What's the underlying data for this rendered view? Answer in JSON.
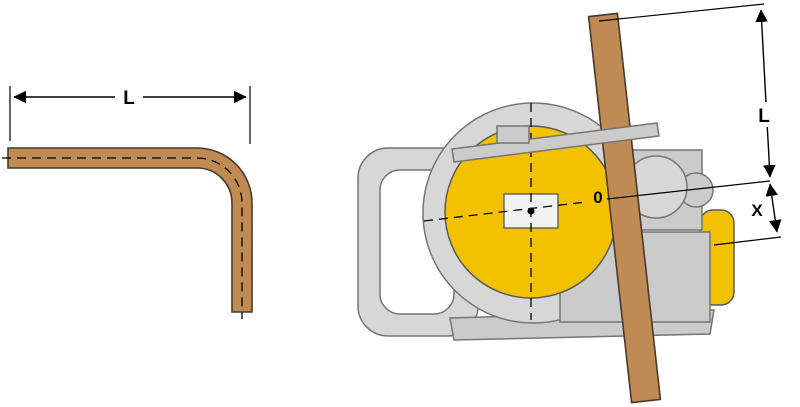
{
  "diagram": {
    "type": "tube-bender-length-offset-diagram",
    "labels": {
      "left_length": "L",
      "right_length": "L",
      "offset": "X",
      "zero_mark": "0"
    },
    "colors": {
      "tube": "#C08A55",
      "tube_outline": "#4a3a28",
      "body_gray": "#d7d7d7",
      "body_outline": "#757575",
      "die_yellow": "#F2C200",
      "line": "#000000"
    }
  }
}
